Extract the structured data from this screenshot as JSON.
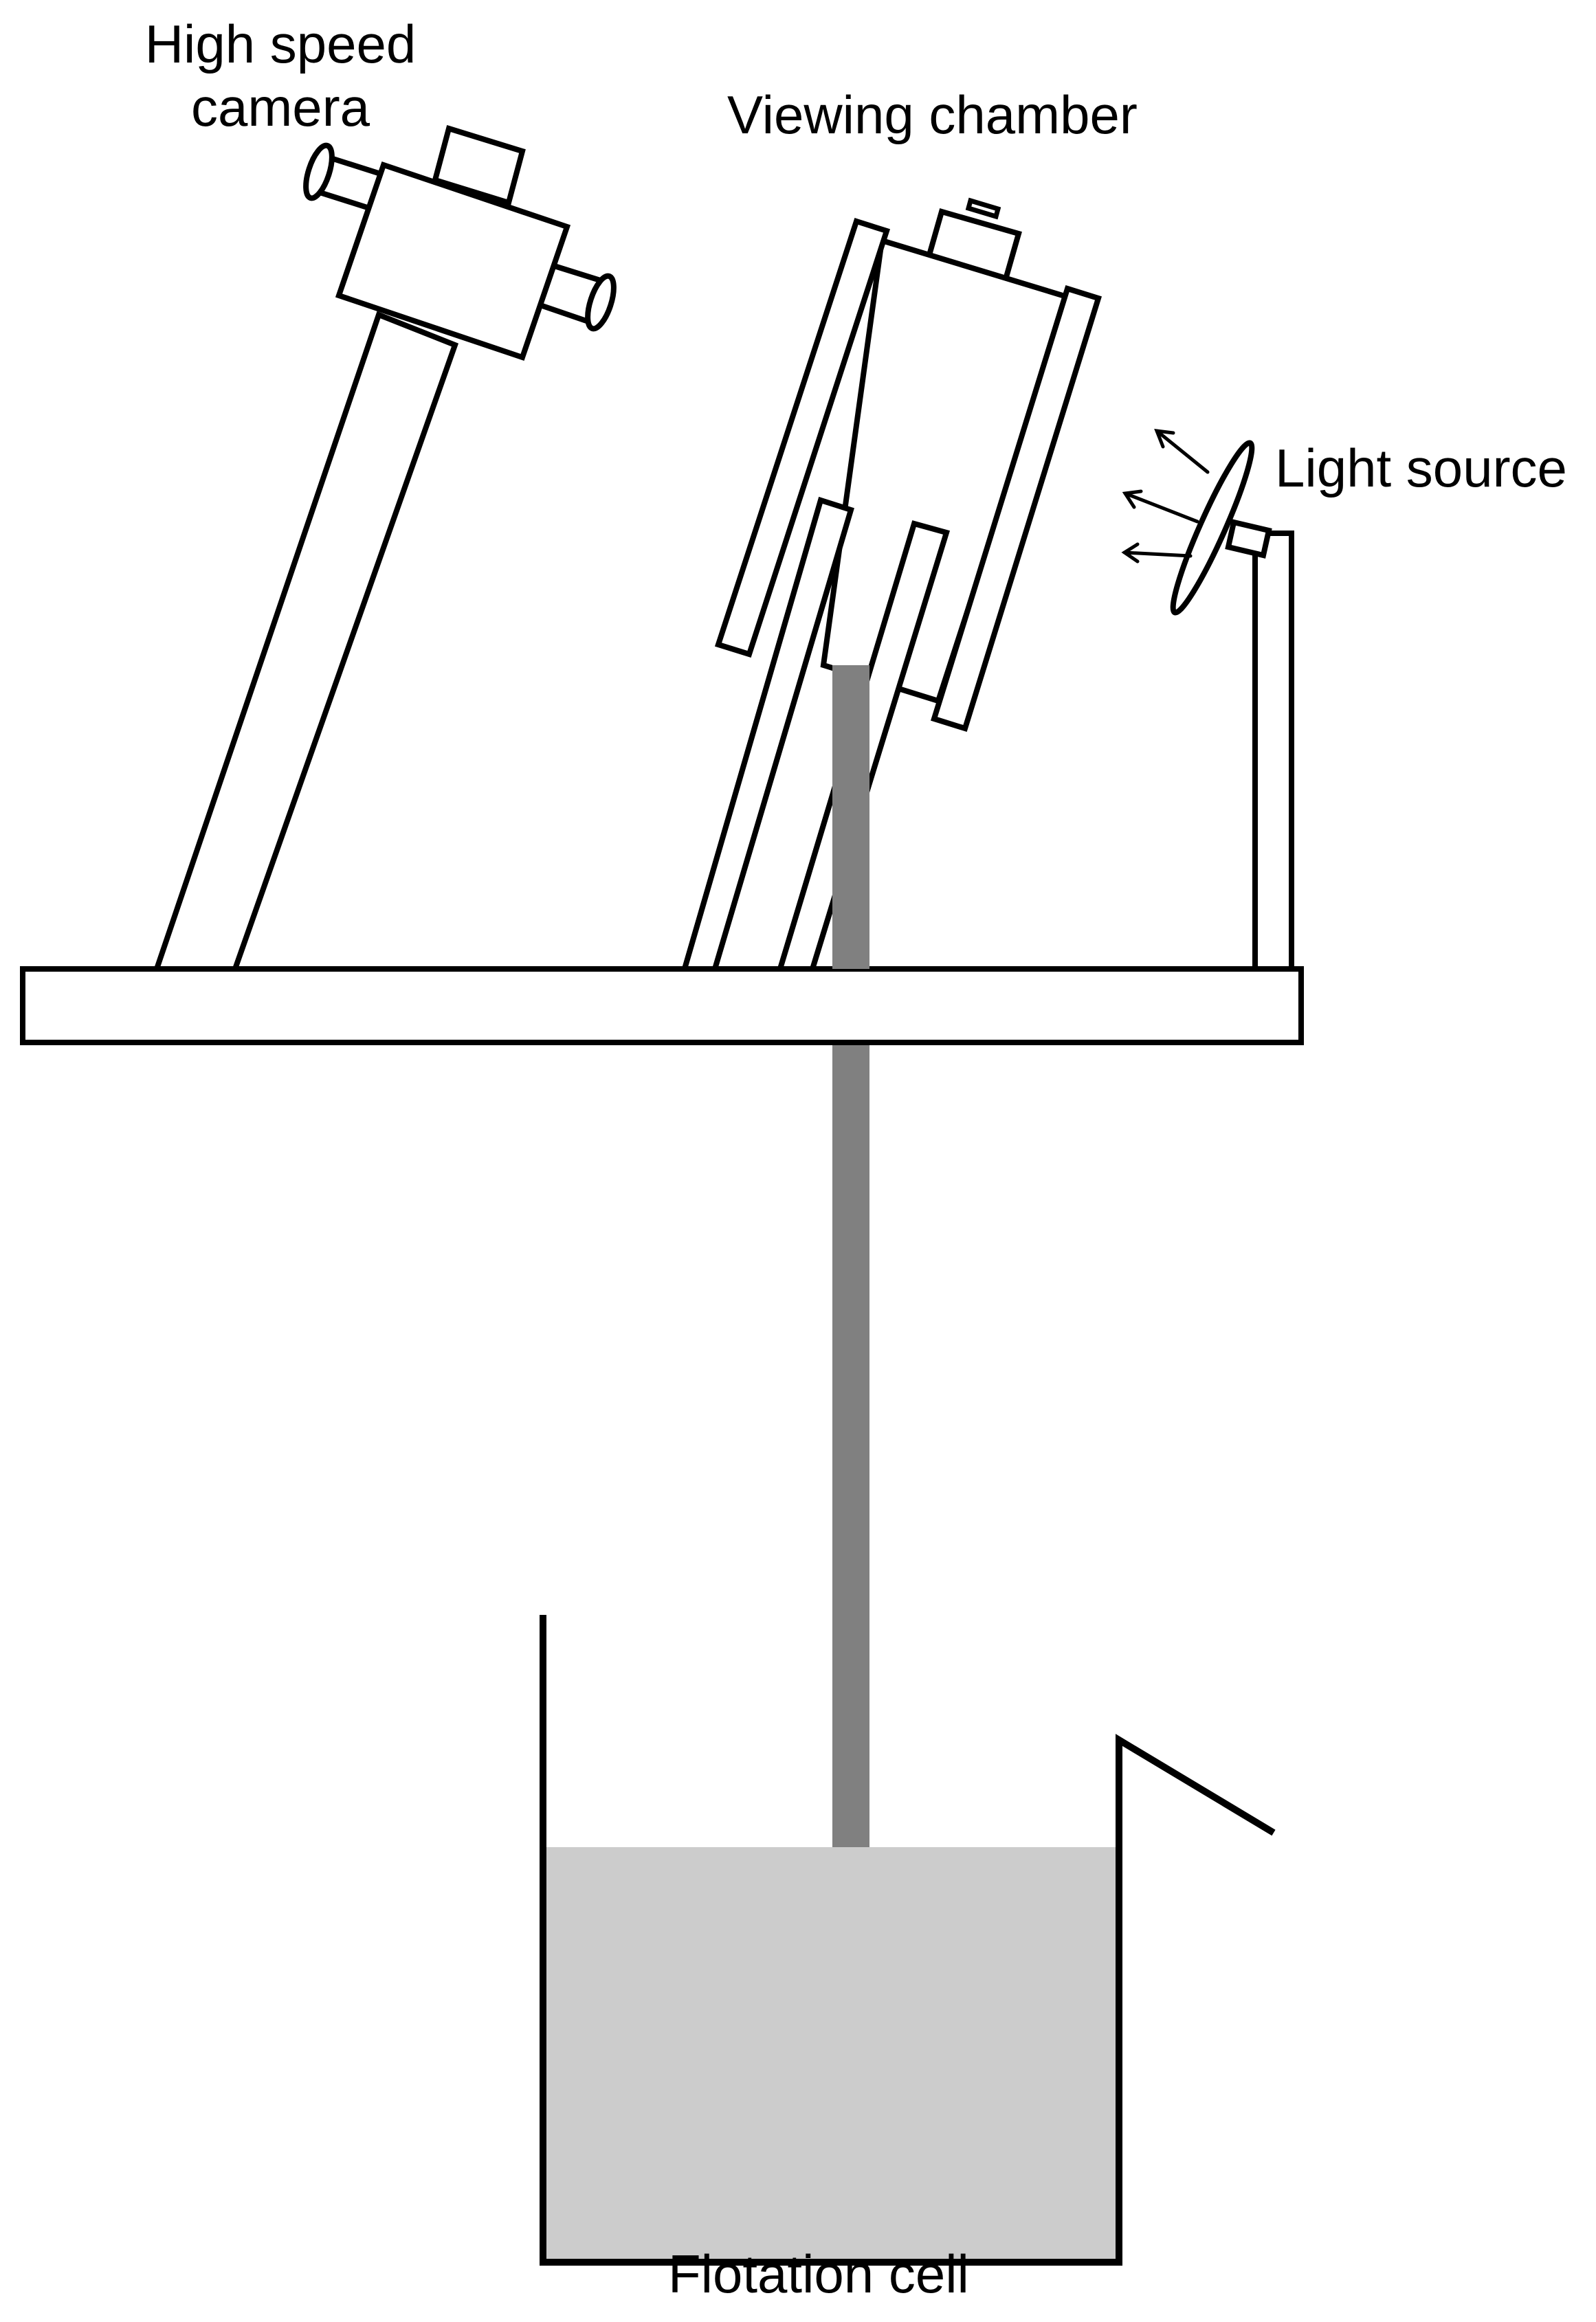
{
  "labels": {
    "camera": "High speed camera",
    "chamber": "Viewing chamber",
    "light": "Light source",
    "cell": "Flotation cell"
  },
  "colors": {
    "stroke": "#000000",
    "fill": "#ffffff",
    "tube": "#808080",
    "liquid": "#cccccc"
  }
}
